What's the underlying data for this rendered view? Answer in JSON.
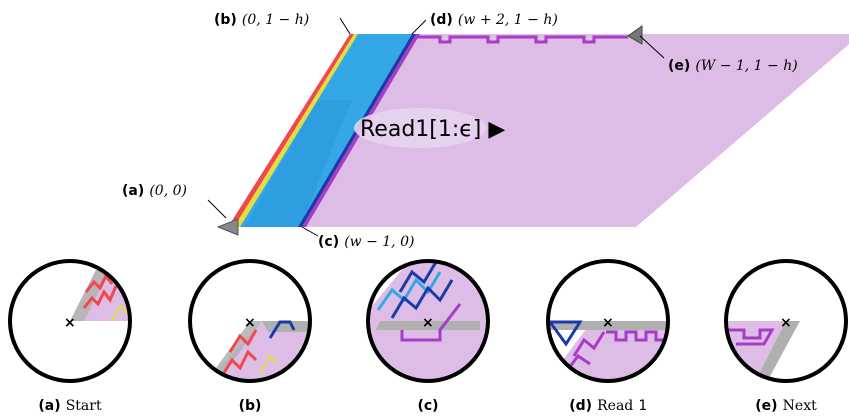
{
  "colors": {
    "region": "#ddbde6",
    "blue": "#34a8e6",
    "navy": "#1a3aa8",
    "red": "#f0484c",
    "yellow": "#e3df3c",
    "purple": "#a63cc7",
    "gray": "#a8a8a8"
  },
  "points": {
    "a": {
      "key": "(a)",
      "coord": "(0, 0)"
    },
    "b": {
      "key": "(b)",
      "coord": "(0, 1 − h)"
    },
    "c": {
      "key": "(c)",
      "coord": "(w − 1, 0)"
    },
    "d": {
      "key": "(d)",
      "coord": "(w + 2, 1 − h)"
    },
    "e": {
      "key": "(e)",
      "coord": "(W − 1, 1 − h)"
    }
  },
  "read_label": {
    "text": "Read1[1:ϵ]",
    "arrow": "▶"
  },
  "panels": [
    {
      "key": "(a)",
      "text": "Start",
      "mono": ""
    },
    {
      "key": "(b)",
      "text": "",
      "mono": ""
    },
    {
      "key": "(c)",
      "text": "",
      "mono": ""
    },
    {
      "key": "(d)",
      "text": "Read",
      "mono": "1"
    },
    {
      "key": "(e)",
      "text": "Next",
      "mono": ""
    }
  ],
  "icons": {
    "marker": "cross-icon",
    "pointer": "triangle-arrow-icon"
  }
}
